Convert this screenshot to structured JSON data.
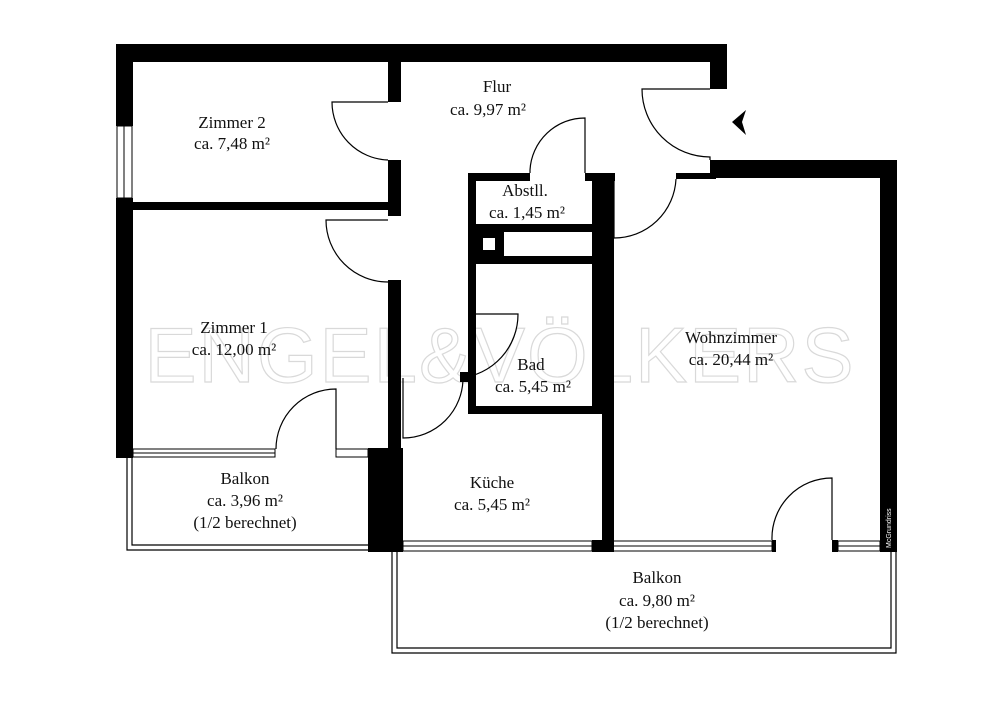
{
  "watermark": "ENGEL&VÖLKERS",
  "credit": "McGrundriss",
  "rooms": [
    {
      "name": "Flur",
      "area": "ca. 9,97 m²"
    },
    {
      "name": "Zimmer 2",
      "area": "ca. 7,48 m²"
    },
    {
      "name": "Abstll.",
      "area": "ca. 1,45 m²"
    },
    {
      "name": "Zimmer 1",
      "area": "ca. 12,00 m²"
    },
    {
      "name": "Wohnzimmer",
      "area": "ca. 20,44 m²"
    },
    {
      "name": "Bad",
      "area": "ca. 5,45 m²"
    },
    {
      "name": "Küche",
      "area": "ca. 5,45 m²"
    },
    {
      "name": "Balkon",
      "area": "ca. 3,96 m²",
      "note": "(1/2 berechnet)"
    },
    {
      "name": "Balkon",
      "area": "ca. 9,80 m²",
      "note": "(1/2 berechnet)"
    }
  ]
}
